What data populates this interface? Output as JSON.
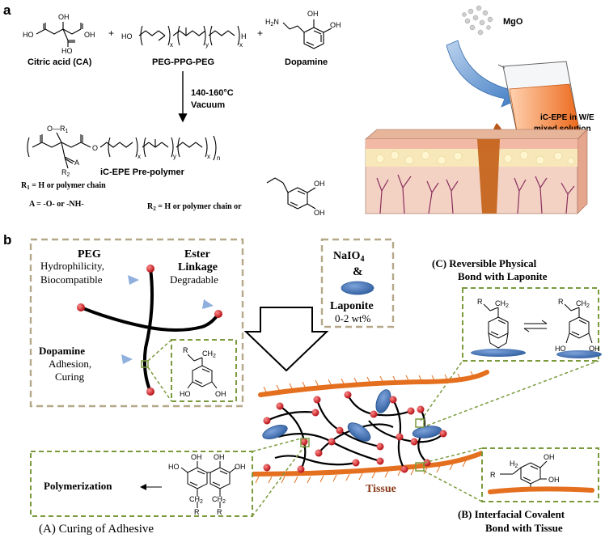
{
  "panel_a": {
    "label": "a",
    "reactant1": "Citric acid (CA)",
    "reactant2": "PEG-PPG-PEG",
    "reactant3": "Dopamine",
    "plus": "+",
    "condition1": "140-160°C",
    "condition2": "Vacuum",
    "product": "iC-EPE Pre-polymer",
    "r1": "R1 = H or polymer chain",
    "a_def": "A = -O- or -NH-",
    "r2": "R2 = H or polymer chain or",
    "mgo": "MgO",
    "solution1": "iC-EPE in W/E",
    "solution2": "mixed solution",
    "subscript_x": "x",
    "subscript_y": "y",
    "subscript_n": "n",
    "oh": "OH",
    "ho": "HO",
    "nh2": "NH2",
    "r1_sym": "R1",
    "r2_sym": "R2",
    "a_sym": "A"
  },
  "panel_b": {
    "label": "b",
    "peg_title": "PEG",
    "peg_desc1": "Hydrophilicity,",
    "peg_desc2": "Biocompatible",
    "ester_title1": "Ester",
    "ester_title2": "Linkage",
    "ester_desc": "Degradable",
    "dopamine_title": "Dopamine",
    "dopamine_desc1": "Adhesion,",
    "dopamine_desc2": "Curing",
    "naio4": "NaIO4",
    "amp": "&",
    "laponite": "Laponite",
    "laponite_range": "0-2 wt%",
    "c_title1": "(C) Reversible Physical",
    "c_title2": "Bond with Laponite",
    "polymerization": "Polymerization",
    "tissue": "Tissue",
    "a_title": "(A) Curing of Adhesive",
    "b_title1": "(B) Interfacial Covalent",
    "b_title2": "Bond with Tissue",
    "r": "R",
    "ch2": "CH2",
    "h2": "H2",
    "oh": "OH",
    "ho": "HO"
  },
  "colors": {
    "orange": "#e4701f",
    "node_red": "#c8141a",
    "laponite_blue": "#4a76b8",
    "box_green": "#7a9a3c",
    "box_tan": "#b5a888",
    "skin_pink": "#efb7a8"
  }
}
